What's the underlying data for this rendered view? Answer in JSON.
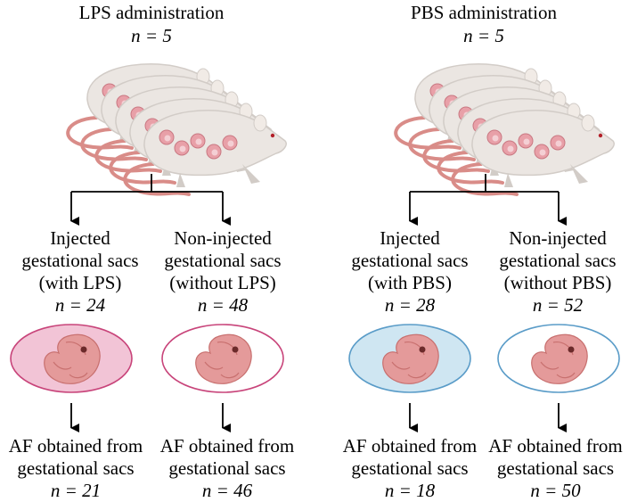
{
  "groups": [
    {
      "title": "LPS administration",
      "n": "n = 5",
      "branches": [
        {
          "line1": "Injected",
          "line2": "gestational sacs",
          "line3": "(with LPS)",
          "n": "n = 24",
          "af1": "AF obtained from",
          "af2": "gestational sacs",
          "af_n": "n = 21",
          "sac_fill": "#f2c4d6",
          "sac_stroke": "#c8447a"
        },
        {
          "line1": "Non-injected",
          "line2": "gestational sacs",
          "line3": "(without LPS)",
          "n": "n = 48",
          "af1": "AF obtained from",
          "af2": "gestational sacs",
          "af_n": "n = 46",
          "sac_fill": "#ffffff",
          "sac_stroke": "#c8447a"
        }
      ]
    },
    {
      "title": "PBS administration",
      "n": "n = 5",
      "branches": [
        {
          "line1": "Injected",
          "line2": "gestational sacs",
          "line3": "(with PBS)",
          "n": "n = 28",
          "af1": "AF obtained from",
          "af2": "gestational sacs",
          "af_n": "n = 18",
          "sac_fill": "#cfe6f2",
          "sac_stroke": "#5a9cc8"
        },
        {
          "line1": "Non-injected",
          "line2": "gestational sacs",
          "line3": "(without PBS)",
          "n": "n = 52",
          "af1": "AF obtained from",
          "af2": "gestational sacs",
          "af_n": "n = 50",
          "sac_fill": "#ffffff",
          "sac_stroke": "#5a9cc8"
        }
      ]
    }
  ],
  "colors": {
    "mouse_body": "#ebe6e2",
    "mouse_shade": "#d2ccc7",
    "mouse_tail": "#d98c88",
    "uterus": "#e8a0a8",
    "embryo": "#e49a9a",
    "embryo_dark": "#c8706f"
  }
}
